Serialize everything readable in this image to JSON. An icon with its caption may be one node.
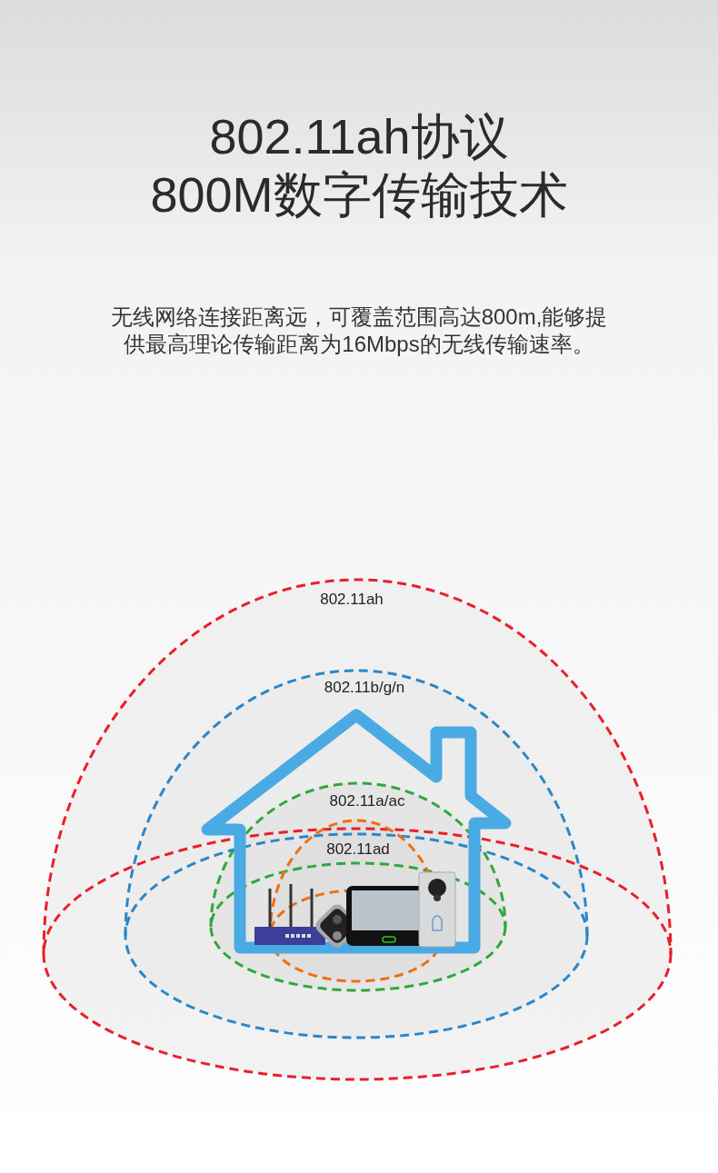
{
  "diagram": {
    "title": "802.11ah协议800M数字传输技术",
    "labels": [
      "无线网络连接距离远，可覆盖范围高达800m,能够提供最高理论传输距离为16Mbps的无线传输速率。",
      "802.11ah",
      "802.11b/g/n",
      "802.11a/ac",
      "802.11ad"
    ]
  }
}
